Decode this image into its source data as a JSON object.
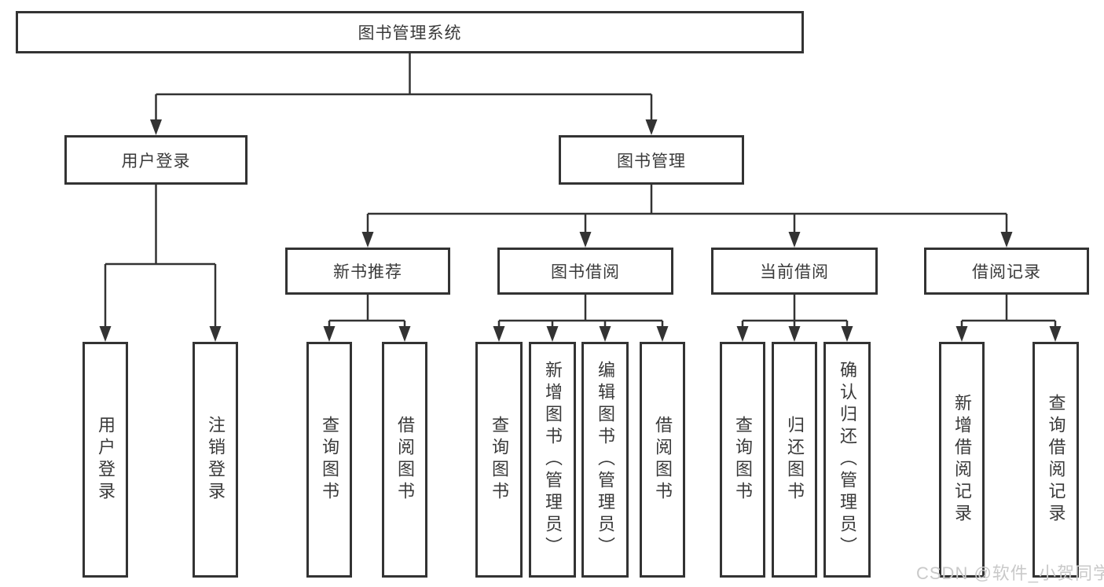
{
  "title": "图书管理系统",
  "tree": {
    "label": "图书管理系统",
    "children": [
      {
        "label": "用户登录",
        "children": [
          {
            "label": "用户登录"
          },
          {
            "label": "注销登录"
          }
        ]
      },
      {
        "label": "图书管理",
        "children": [
          {
            "label": "新书推荐",
            "children": [
              {
                "label": "查询图书"
              },
              {
                "label": "借阅图书"
              }
            ]
          },
          {
            "label": "图书借阅",
            "children": [
              {
                "label": "查询图书"
              },
              {
                "label": "新增图书（管理员）"
              },
              {
                "label": "编辑图书（管理员）"
              },
              {
                "label": "借阅图书"
              }
            ]
          },
          {
            "label": "当前借阅",
            "children": [
              {
                "label": "查询图书"
              },
              {
                "label": "归还图书"
              },
              {
                "label": "确认归还（管理员）"
              }
            ]
          },
          {
            "label": "借阅记录",
            "children": [
              {
                "label": "新增借阅记录"
              },
              {
                "label": "查询借阅记录"
              }
            ]
          }
        ]
      }
    ]
  },
  "watermark": {
    "text": "CSDN @软件_小贺同学"
  },
  "colors": {
    "line": "#333333",
    "text": "#3a3a3a",
    "watermark": "#c9c9c9",
    "background": "#ffffff"
  }
}
